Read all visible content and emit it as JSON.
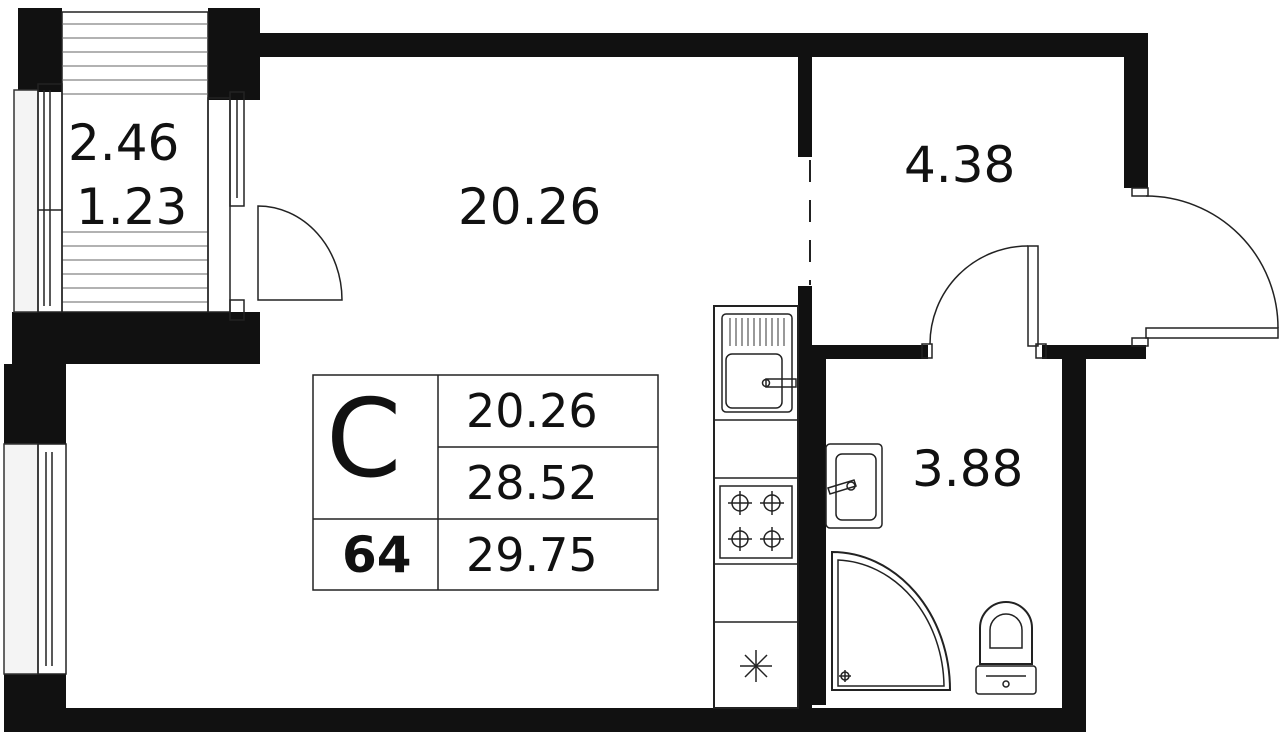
{
  "rooms": {
    "balcony": {
      "area_total": "2.46",
      "area_reduced": "1.23"
    },
    "living": {
      "area": "20.26"
    },
    "hallway": {
      "area": "4.38"
    },
    "bathroom": {
      "area": "3.88"
    }
  },
  "info_table": {
    "type_letter": "С",
    "unit_number": "64",
    "living_area": "20.26",
    "area_without_balcony": "28.52",
    "total_area": "29.75"
  },
  "colors": {
    "wall": "#111111",
    "line": "#222222",
    "background": "#ffffff"
  },
  "icons": [
    "balcony-door-icon",
    "door-swing-icon",
    "sink-icon",
    "stove-icon",
    "fridge-icon",
    "washbasin-icon",
    "shower-tray-icon",
    "toilet-icon"
  ]
}
